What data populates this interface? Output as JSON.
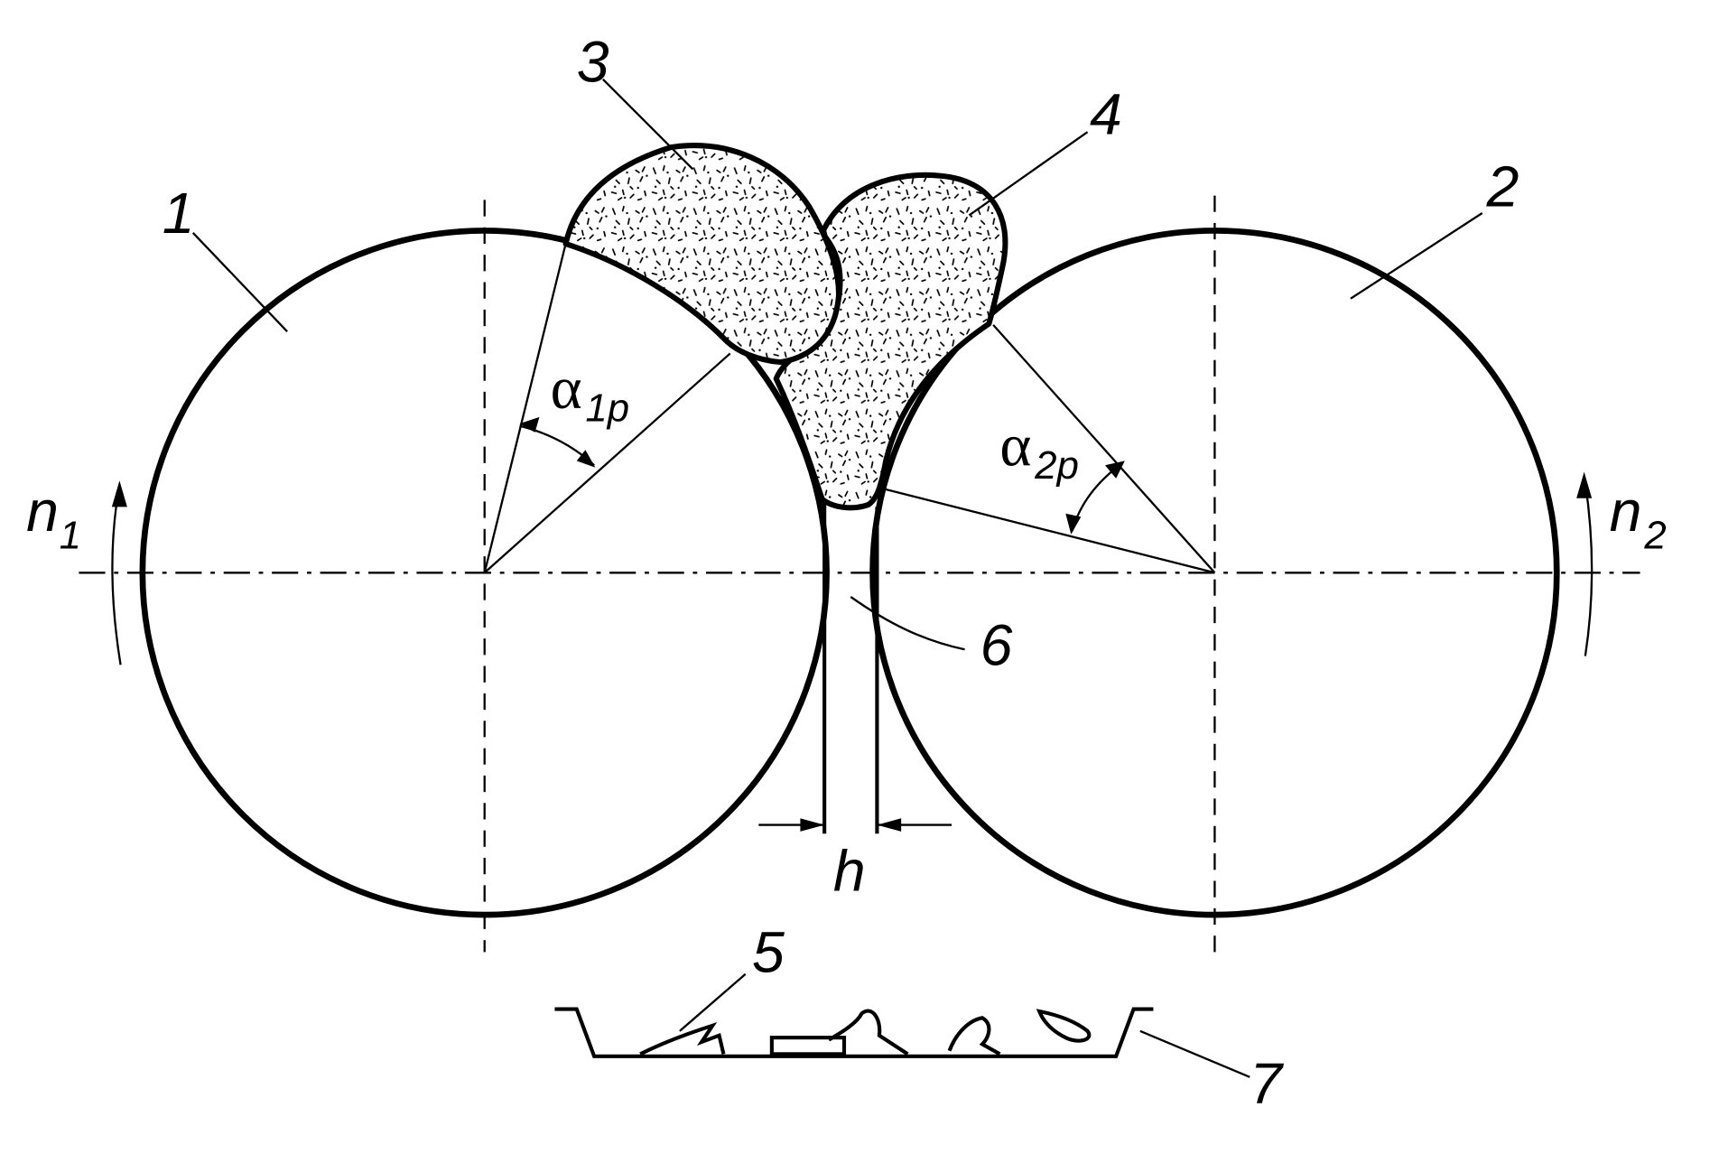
{
  "labels": {
    "roll_1": "1",
    "roll_2": "2",
    "material_3": "3",
    "material_4": "4",
    "product_5": "5",
    "strip_6": "6",
    "tray_7": "7",
    "gap": "h",
    "speed_1": "n",
    "speed_1_sub": "1",
    "speed_2": "n",
    "speed_2_sub": "2",
    "angle_1": "α",
    "angle_1_sub": "1p",
    "angle_2": "α",
    "angle_2_sub": "2p"
  },
  "colors": {
    "ink": "#000000",
    "background": "#ffffff"
  }
}
